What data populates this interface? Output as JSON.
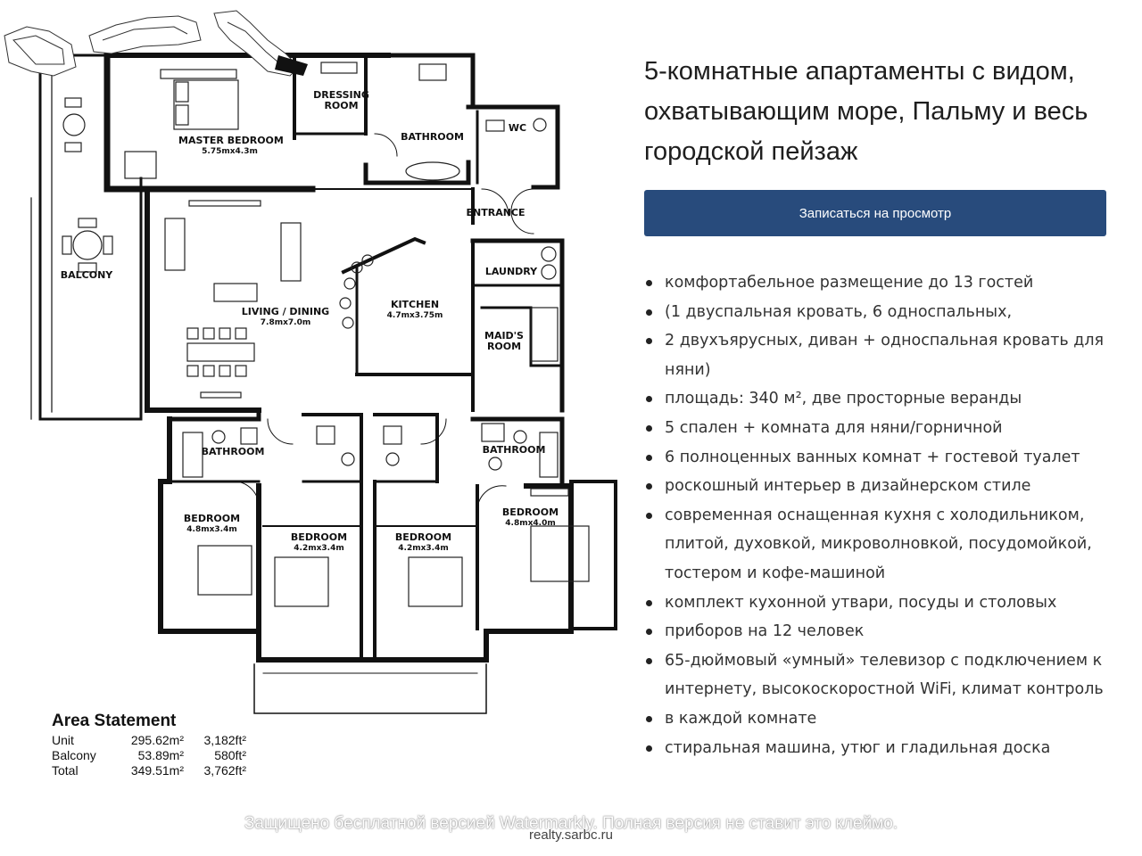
{
  "title": "5-комнатные апартаменты с видом, охватывающим море, Пальму и весь городской пейзаж",
  "cta_label": "Записаться на просмотр",
  "features": [
    "комфортабельное размещение до 13 гостей",
    "(1 двуспальная кровать, 6 односпальных,",
    "2 двухъярусных, диван + односпальная кровать для няни)",
    "площадь: 340 м², две просторные веранды",
    "5 спален + комната для няни/горничной",
    "6 полноценных ванных комнат + гостевой туалет",
    "роскошный интерьер в дизайнерском стиле",
    "современная оснащенная кухня с холодильником, плитой, духовкой, микроволновкой, посудомойкой, тостером и кофе-машиной",
    "комплект кухонной утвари, посуды и столовых",
    "приборов на 12 человек",
    "65-дюймовый «умный» телевизор с подключением к интернету, высокоскоростной WiFi, климат контроль",
    "в каждой комнате",
    "стиральная машина, утюг и гладильная доска"
  ],
  "floorplan": {
    "rooms": {
      "master_bedroom": {
        "name": "MASTER BEDROOM",
        "dim": "5.75mx4.3m"
      },
      "dressing_room": {
        "name1": "DRESSING",
        "name2": "ROOM"
      },
      "bathroom_top": {
        "name": "BATHROOM"
      },
      "wc": {
        "name": "WC"
      },
      "entrance": {
        "name": "ENTRANCE"
      },
      "balcony": {
        "name": "BALCONY"
      },
      "living": {
        "name": "LIVING / DINING",
        "dim": "7.8mx7.0m"
      },
      "kitchen": {
        "name": "KITCHEN",
        "dim": "4.7mx3.75m"
      },
      "laundry": {
        "name": "LAUNDRY"
      },
      "maids": {
        "name1": "MAID'S",
        "name2": "ROOM"
      },
      "bathroom_left": {
        "name": "BATHROOM"
      },
      "bathroom_right": {
        "name": "BATHROOM"
      },
      "bedroom_1": {
        "name": "BEDROOM",
        "dim": "4.8mx3.4m"
      },
      "bedroom_2": {
        "name": "BEDROOM",
        "dim": "4.2mx3.4m"
      },
      "bedroom_3": {
        "name": "BEDROOM",
        "dim": "4.2mx3.4m"
      },
      "bedroom_4": {
        "name": "BEDROOM",
        "dim": "4.8mx4.0m"
      }
    },
    "area_statement": {
      "title": "Area Statement",
      "rows": [
        {
          "label": "Unit",
          "m2": "295.62m²",
          "ft2": "3,182ft²"
        },
        {
          "label": "Balcony",
          "m2": "53.89m²",
          "ft2": "580ft²"
        },
        {
          "label": "Total",
          "m2": "349.51m²",
          "ft2": "3,762ft²"
        }
      ]
    }
  },
  "watermark": "Защищено бесплатной версией Watermarkly. Полная версия не ставит это клеймо.",
  "source": "realty.sarbc.ru"
}
